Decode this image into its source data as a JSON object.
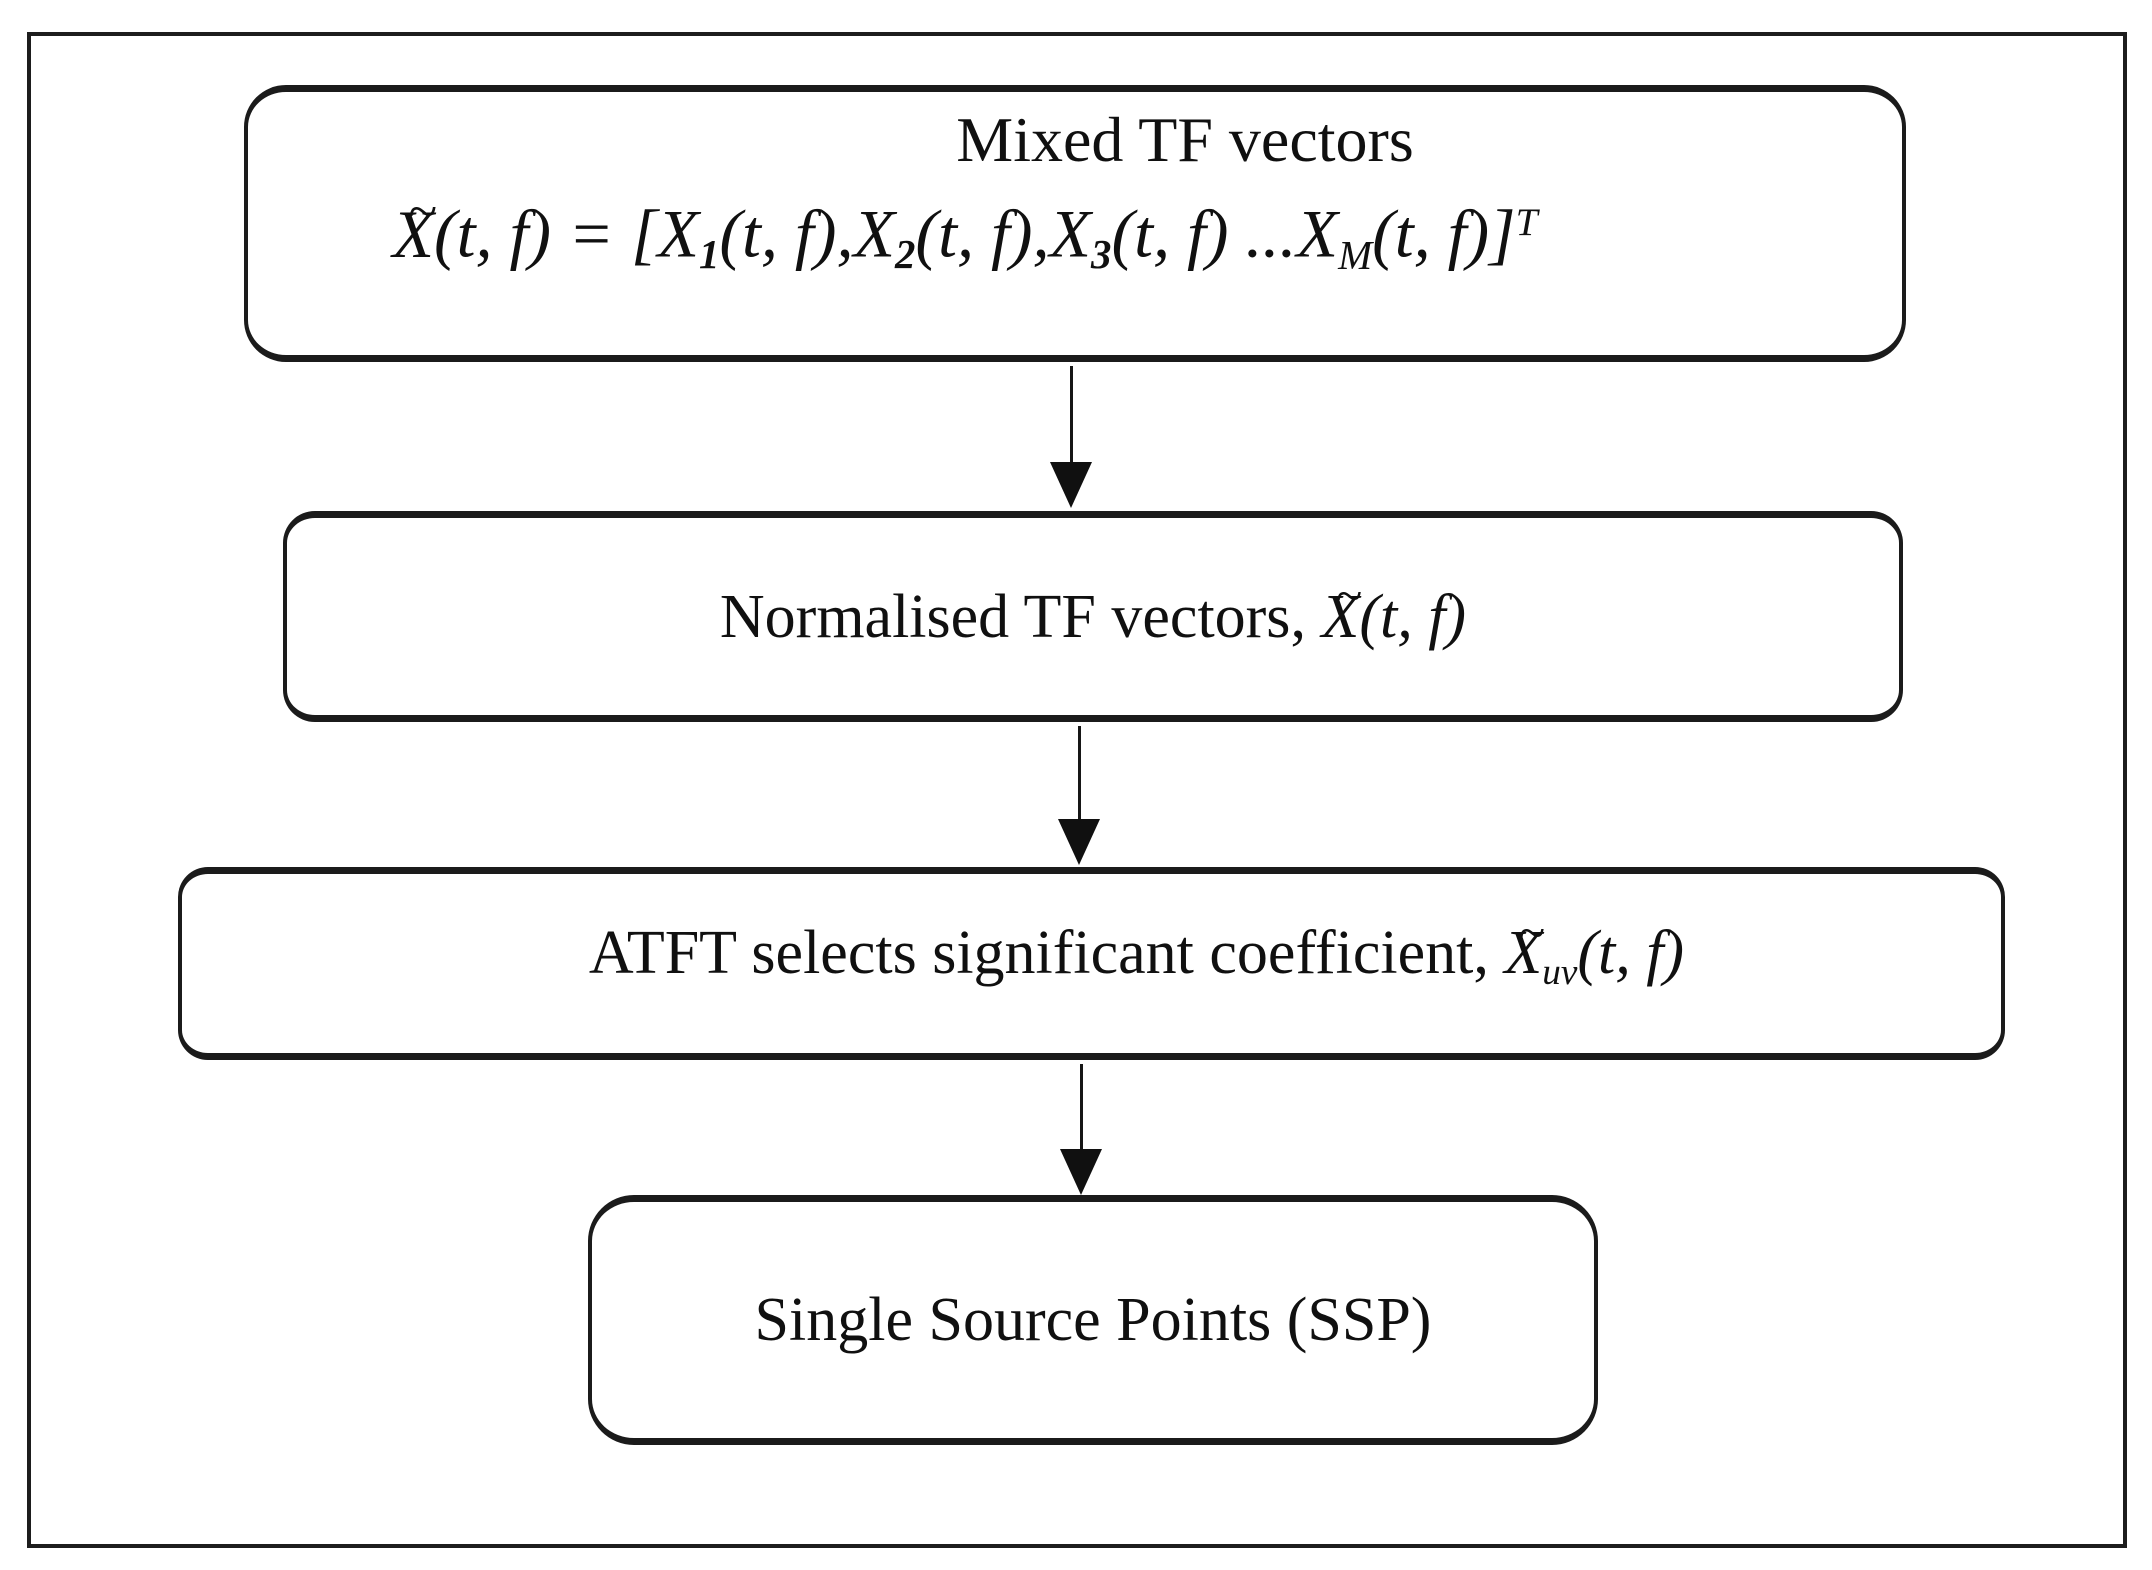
{
  "figure": {
    "boxes": {
      "mixed": {
        "title": "Mixed TF vectors",
        "eq": {
          "lhs_base": "X",
          "tilde": "~",
          "lhs_rest": "(t, f) = [",
          "t1_base": "X",
          "t1_sub": "1",
          "t1_rest": "(t, f),",
          "t2_base": "X",
          "t2_sub": "2",
          "t2_rest": "(t, f),",
          "t3_base": "X",
          "t3_sub": "3",
          "t3_rest": "(t, f) ...",
          "t4_base": "X",
          "t4_sub": "M",
          "t4_rest": "(t, f)]",
          "sup": "T"
        }
      },
      "normalised": {
        "prefix": "Normalised TF vectors, ",
        "math_base": "X",
        "tilde": "~",
        "math_rest": "(t, f)"
      },
      "atft": {
        "prefix": "ATFT selects significant coefficient, ",
        "math_base": "X",
        "tilde": "~",
        "math_sub": "uv",
        "math_rest": "(t, f)"
      },
      "ssp": {
        "label": "Single Source Points (SSP)"
      }
    }
  }
}
